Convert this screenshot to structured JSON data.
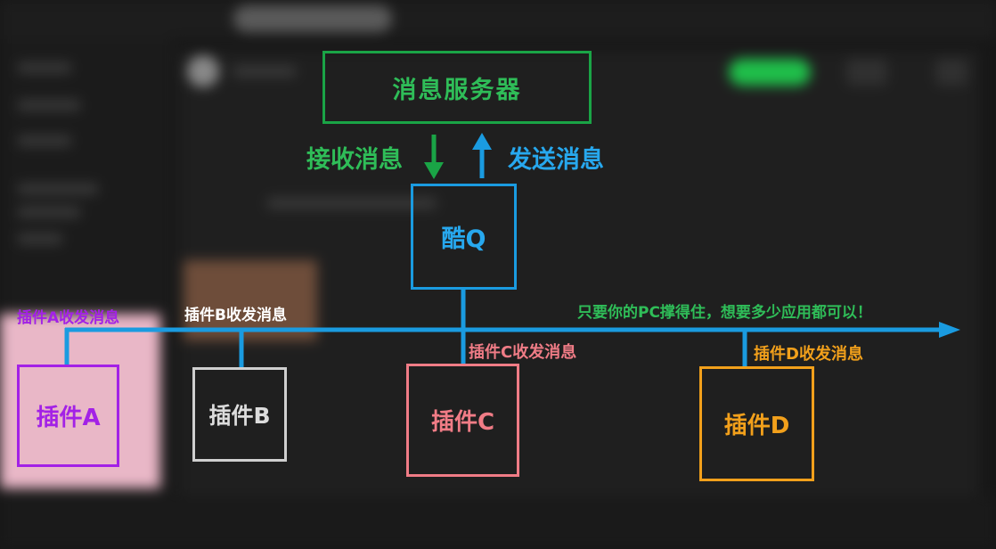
{
  "colors": {
    "server": "#1aa446",
    "kuq": "#1a9be0",
    "plugin_a": "#a321e6",
    "plugin_b": "#cfcfcf",
    "plugin_c": "#f07c86",
    "plugin_d": "#f2a01b"
  },
  "nodes": {
    "server": "消息服务器",
    "kuq": "酷Q",
    "plugin_a": "插件A",
    "plugin_b": "插件B",
    "plugin_c": "插件C",
    "plugin_d": "插件D"
  },
  "labels": {
    "receive": "接收消息",
    "send": "发送消息",
    "plugin_a_io": "插件A收发消息",
    "plugin_b_io": "插件B收发消息",
    "plugin_c_io": "插件C收发消息",
    "plugin_d_io": "插件D收发消息",
    "note": "只要你的PC撑得住，想要多少应用都可以！"
  }
}
